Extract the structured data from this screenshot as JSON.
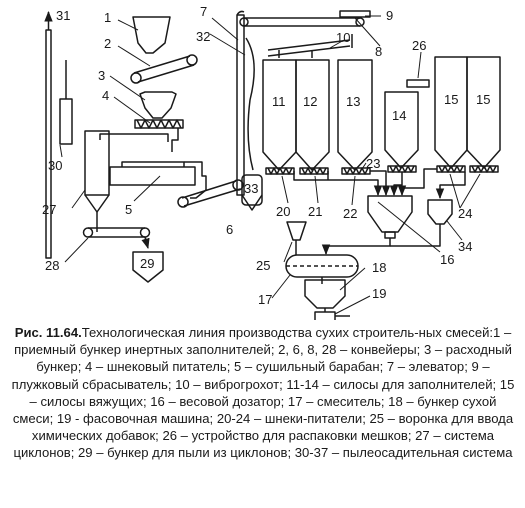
{
  "labels": {
    "l1": "1",
    "l2": "2",
    "l3": "3",
    "l4": "4",
    "l5": "5",
    "l6": "6",
    "l7": "7",
    "l8": "8",
    "l9": "9",
    "l10": "10",
    "l11": "11",
    "l12": "12",
    "l13": "13",
    "l14": "14",
    "l15a": "15",
    "l15b": "15",
    "l16": "16",
    "l17": "17",
    "l18": "18",
    "l19": "19",
    "l20": "20",
    "l21": "21",
    "l22": "22",
    "l23": "23",
    "l24": "24",
    "l25": "25",
    "l26": "26",
    "l27": "27",
    "l28": "28",
    "l29": "29",
    "l30": "30",
    "l31": "31",
    "l32": "32",
    "l33": "33",
    "l34": "34",
    "i11": "11",
    "i12": "12",
    "i13": "13",
    "i14": "14",
    "i15a": "15",
    "i15b": "15",
    "i29": "29",
    "i33": "33"
  },
  "caption": {
    "fig_label": "Рис. 11.64.",
    "text": "Технологическая линия производства сухих строитель-ных смесей:1 – приемный бункер инертных заполнителей; 2, 6, 8, 28 – конвейеры; 3 – расходный бункер; 4 – шнековый питатель; 5 – сушильный барабан; 7 – элеватор; 9 – плужковый сбрасыватель; 10 – виброгрохот; 11-14 – силосы для заполнителей; 15 – силосы вяжущих; 16 – весовой дозатор; 17 – смеситель; 18 – бункер сухой смеси; 19 - фасовочная машина; 20-24 – шнеки-питатели; 25 – воронка для ввода химических добавок; 26 – устройство для распаковки мешков; 27 – система циклонов; 29 – бункер для пыли из циклонов; 30-37 – пылеосадительная система"
  }
}
